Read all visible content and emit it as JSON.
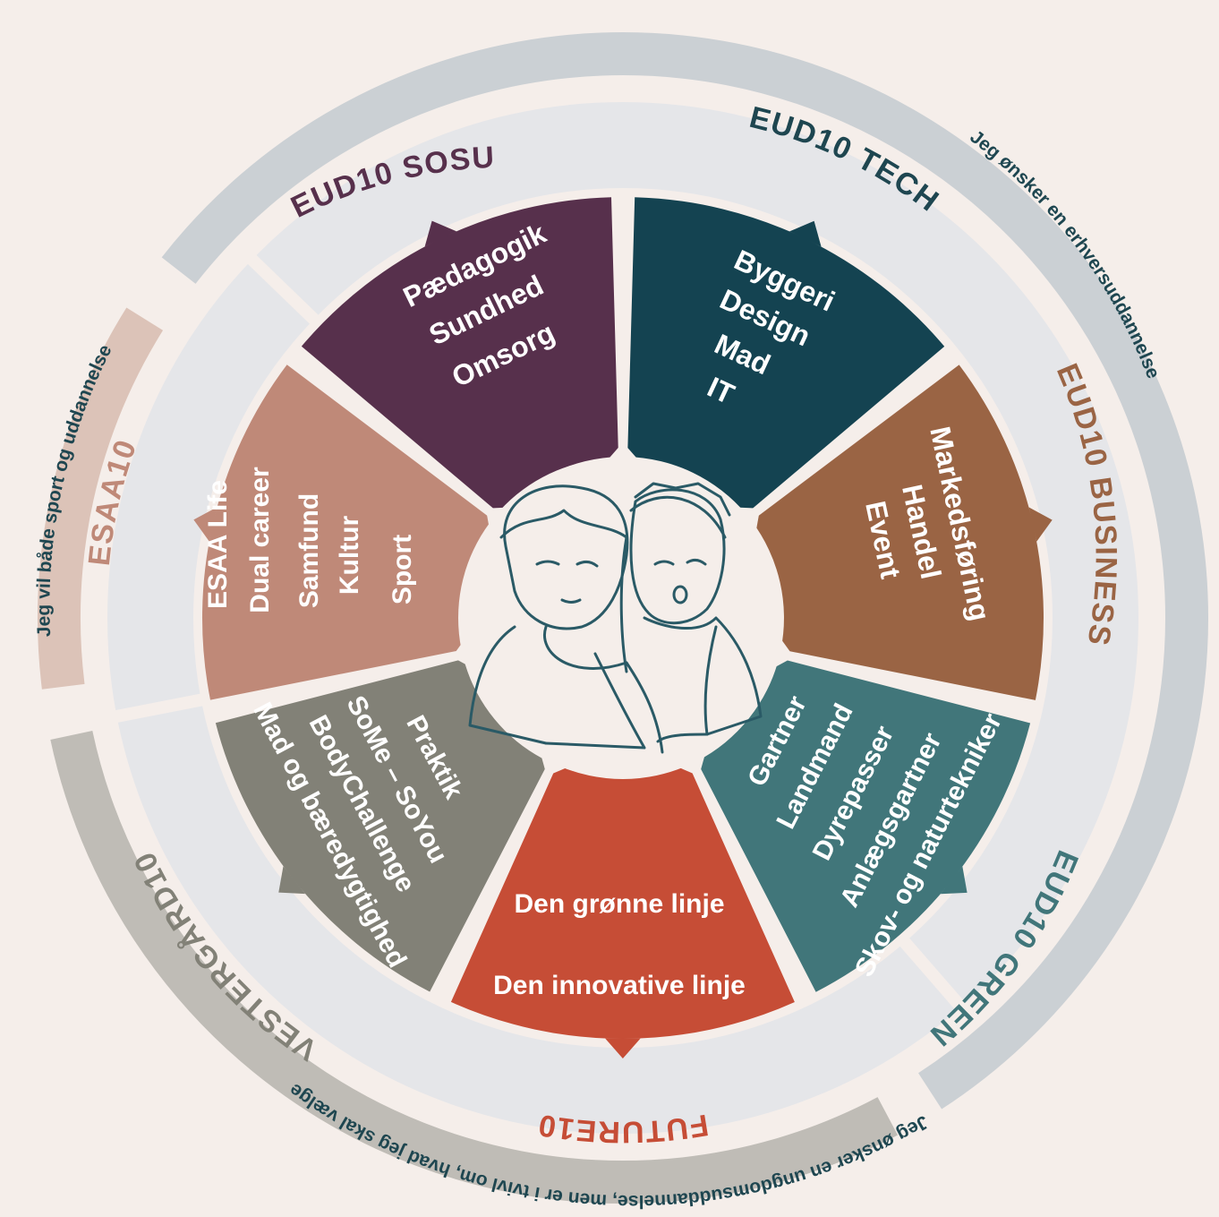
{
  "outer_ring": {
    "erhverv": "Jeg ønsker en erhversuddannelse",
    "sport": "Jeg vil både sport og uddannelse",
    "tvivl": "Jeg ønsker en ungdomsuddannelse, men er i tvivl om, hvad jeg skal vælge"
  },
  "segments": [
    {
      "name": "EUD10 SOSU",
      "items": [
        "Pædagogik",
        "Sundhed",
        "Omsorg"
      ]
    },
    {
      "name": "EUD10 TECH",
      "items": [
        "Byggeri",
        "Design",
        "Mad",
        "IT"
      ]
    },
    {
      "name": "EUD10 BUSINESS",
      "items": [
        "Markedsføring",
        "Handel",
        "Event"
      ]
    },
    {
      "name": "EUD10 GREEN",
      "items": [
        "Gartner",
        "Landmand",
        "Dyrepasser",
        "Anlægsgartner",
        "Skov- og naturtekniker"
      ]
    },
    {
      "name": "FUTURE10",
      "items": [
        "Den grønne linje",
        "Den innovative linje"
      ]
    },
    {
      "name": "VESTERGÅRD10",
      "items": [
        "Praktik",
        "SoMe – SoYou",
        "BodyChallenge",
        "Mad og bæredygtighed"
      ]
    },
    {
      "name": "ESAA10",
      "items": [
        "ESAA Life",
        "Dual career",
        "Samfund",
        "Kultur",
        "Sport"
      ]
    }
  ],
  "colors": {
    "background": "#f5eeea",
    "outer_gray": "#cbd0d4",
    "outer_pink": "#dcc3b8",
    "outer_taupe": "#bfbcb6",
    "inner_band": "#e5e6e9",
    "sosu": "#57304c",
    "tech": "#144351",
    "business": "#9a6444",
    "green": "#41767a",
    "future": "#c64d36",
    "vestergaard": "#828177",
    "esaa": "#bf8978",
    "label_dark": "#1e4650",
    "center_line": "#2a5a66"
  },
  "center": {
    "illustration": "two-students-icon"
  }
}
